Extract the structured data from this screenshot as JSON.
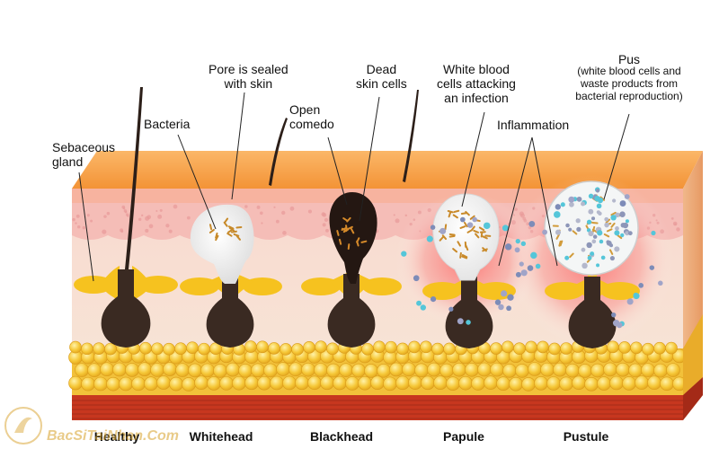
{
  "labels": {
    "sebaceous_gland": [
      "Sebaceous",
      "gland"
    ],
    "bacteria": "Bacteria",
    "pore_sealed": [
      "Pore is sealed",
      "with skin"
    ],
    "open_comedo": [
      "Open",
      "comedo"
    ],
    "dead_skin_cells": [
      "Dead",
      "skin cells"
    ],
    "white_blood_cells": [
      "White blood",
      "cells attacking",
      "an infection"
    ],
    "inflammation": "Inflammation",
    "pus_title": "Pus",
    "pus_detail": [
      "(white blood cells and",
      "waste products from",
      "bacterial reproduction)"
    ]
  },
  "stages": [
    "Healthy",
    "Whitehead",
    "Blackhead",
    "Papule",
    "Pustule"
  ],
  "watermark": "BacSiTaiNhan.Com",
  "colors": {
    "epidermis_top": "#f7a348",
    "dermis": "#f6e4cf",
    "pink_layer": "#f4b9b6",
    "fat": "#f5c63a",
    "follicle": "#3a2a22",
    "gland": "#f6c21f",
    "muscle": "#c7371f",
    "inflammation": "#e8343a",
    "wbc": "#4fc6d8"
  }
}
